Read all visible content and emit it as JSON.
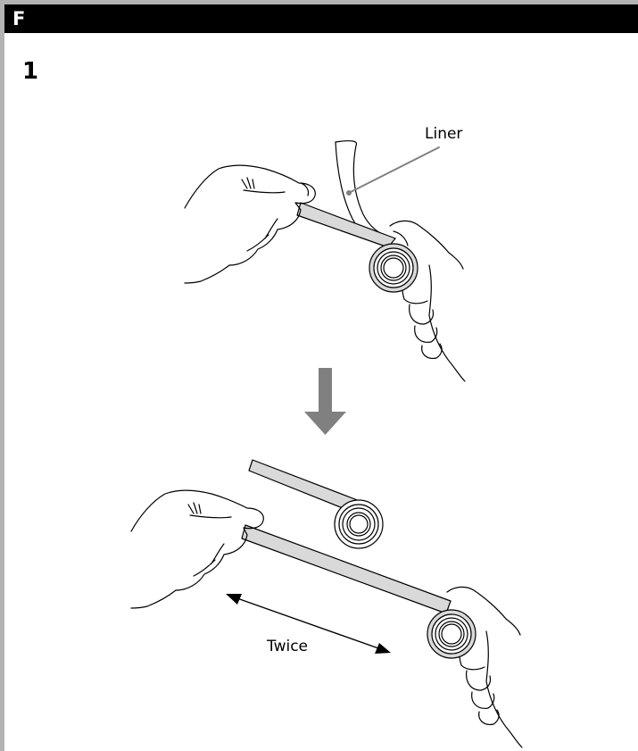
{
  "header": {
    "section_letter": "F"
  },
  "step": {
    "number": "1"
  },
  "illustration_top": {
    "callout_label": "Liner"
  },
  "illustration_bottom": {
    "measure_label": "Twice"
  },
  "colors": {
    "header_bg": "#000000",
    "arrow": "#808080",
    "tape": "#d9d9d9",
    "frame": "#b3b3b3"
  }
}
